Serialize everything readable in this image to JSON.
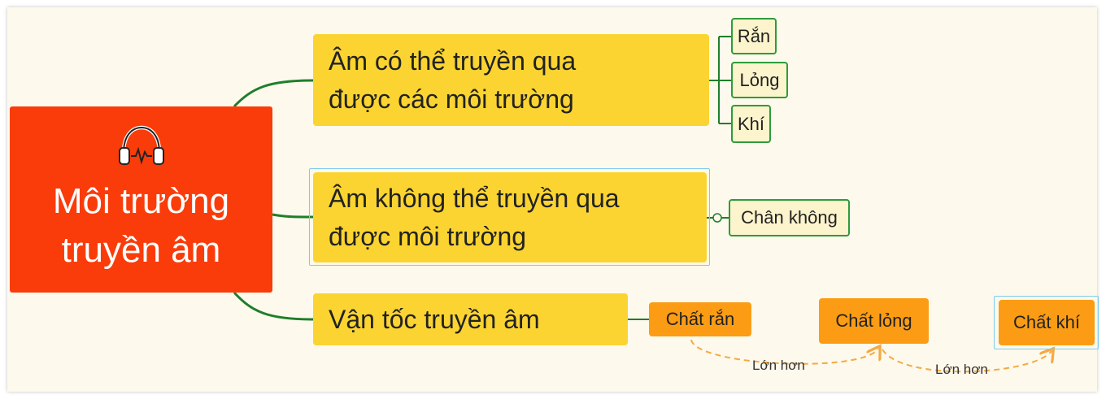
{
  "root": {
    "title_line1": "Môi trường",
    "title_line2": "truyền âm",
    "icon": "headphones-icon"
  },
  "branches": [
    {
      "line1": "Âm có thể truyền qua",
      "line2": "được các môi trường"
    },
    {
      "line1": "Âm không thể truyền qua",
      "line2": "được môi trường"
    },
    {
      "label": "Vận tốc truyền âm"
    }
  ],
  "media": [
    "Rắn",
    "Lỏng",
    "Khí"
  ],
  "vacuum": "Chân không",
  "states": [
    "Chất rắn",
    "Chất lỏng",
    "Chất khí"
  ],
  "relations": [
    "Lớn hơn",
    "Lớn hơn"
  ],
  "colors": {
    "root": "#fa3c0a",
    "branch": "#fbd431",
    "leaf_fill": "#fcf4cc",
    "leaf_border": "#2f9b3c",
    "state": "#fb9c14",
    "relation_arrow": "#f5a942",
    "background": "#fdf9ec"
  }
}
